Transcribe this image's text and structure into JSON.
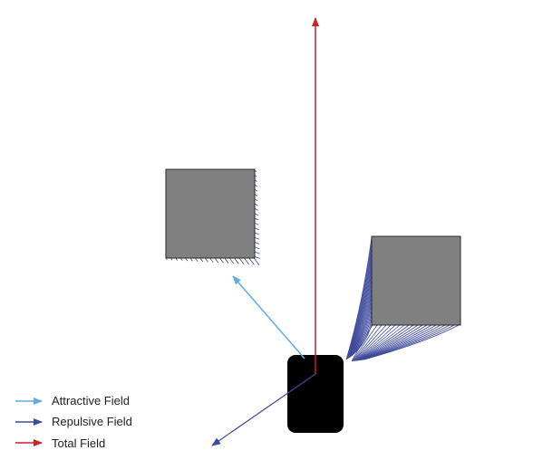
{
  "colors": {
    "attractive": "#5aaee8",
    "repulsive": "#3e4a9c",
    "total": "#d01e2a",
    "obstacle_fill": "#808080",
    "obstacle_stroke": "#2a2a2a",
    "robot_fill": "#000000",
    "background": "#ffffff"
  },
  "legend": {
    "attractive_label": "Attractive Field",
    "repulsive_label": "Repulsive Field",
    "total_label": "Total Field"
  }
}
